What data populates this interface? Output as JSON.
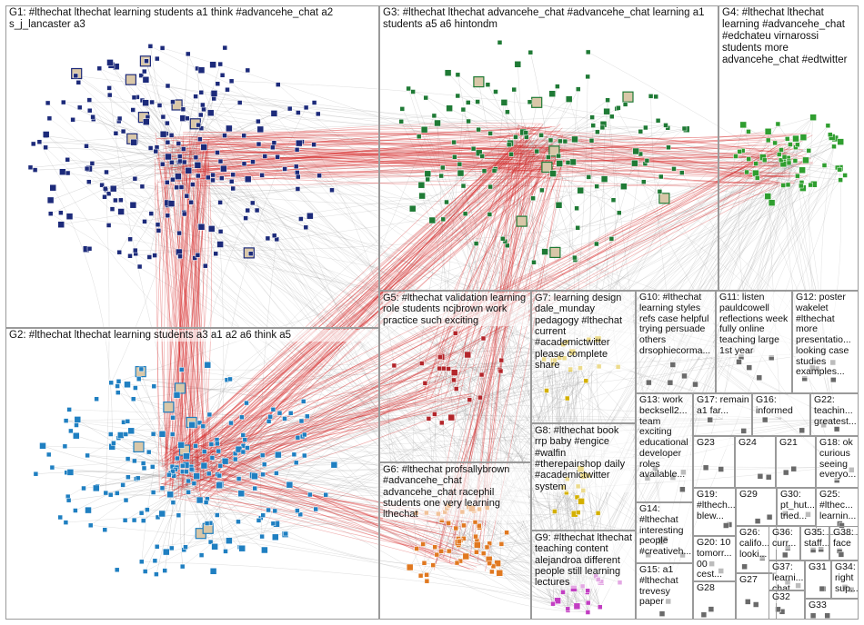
{
  "colors": {
    "background": "#ffffff",
    "edge_gray": "#8a8a8a",
    "edge_red": "#d42020",
    "box_border": "#9a9a9a",
    "g1_node": "#1c2a7a",
    "g2_node": "#1f7fc1",
    "g3_node": "#1f7a35",
    "g4_node": "#2f9e2f",
    "g5_node": "#b3262b",
    "g6_node": "#e07820",
    "g7_node": "#d4b000",
    "g9_node": "#c23ec2",
    "small_node": "#6a6a6a"
  },
  "groups": [
    {
      "id": "g1",
      "label": "G1: #lthechat lthechat learning students a1 think #advancehe_chat a2 s_j_lancaster a3"
    },
    {
      "id": "g2",
      "label": "G2: #lthechat lthechat learning students a3 a1 a2 a6 think a5"
    },
    {
      "id": "g3",
      "label": "G3: #lthechat lthechat advancehe_chat #advancehe_chat learning a1 students a5 a6 hintondm"
    },
    {
      "id": "g4",
      "label": "G4: #lthechat lthechat learning #advancehe_chat #edchateu virnarossi students more advancehe_chat #edtwitter"
    },
    {
      "id": "g5",
      "label": "G5: #lthechat validation learning role students ncjbrown work practice such exciting"
    },
    {
      "id": "g6",
      "label": "G6: #lthechat profsallybrown #advancehe_chat advancehe_chat racephil students one very learning lthechat"
    },
    {
      "id": "g7",
      "label": "G7: learning design dale_munday pedagogy #lthechat current #academictwitter please complete share"
    },
    {
      "id": "g8",
      "label": "G8: #lthechat book rrp baby #engice #walfin #therepairshop daily #academictwitter system"
    },
    {
      "id": "g9",
      "label": "G9: #lthechat lthechat teaching content alejandroa different people still learning lectures"
    },
    {
      "id": "g10",
      "label": "G10: #lthechat learning styles refs case helpful trying persuade others drsophiecorma..."
    },
    {
      "id": "g11",
      "label": "G11: listen pauldcowell reflections week fully online teaching large 1st year"
    },
    {
      "id": "g12",
      "label": "G12: poster wakelet #lthechat more presentatio... looking case studies examples..."
    },
    {
      "id": "g13",
      "label": "G13: work becksell2... team exciting educational developer roles available..."
    },
    {
      "id": "g14",
      "label": "G14: #lthechat interesting people #creativeh..."
    },
    {
      "id": "g15",
      "label": "G15: a1 #lthechat trevesy paper"
    },
    {
      "id": "g16",
      "label": "G16: informed"
    },
    {
      "id": "g17",
      "label": "G17: remain a1 far..."
    },
    {
      "id": "g18",
      "label": "G18: ok curious seeing everyo..."
    },
    {
      "id": "g19",
      "label": "G19: #lthech... blew..."
    },
    {
      "id": "g20",
      "label": "G20: 10 tomorr... 00 cest..."
    },
    {
      "id": "g21",
      "label": "G21"
    },
    {
      "id": "g22",
      "label": "G22: teachin... greatest..."
    },
    {
      "id": "g23",
      "label": "G23"
    },
    {
      "id": "g24",
      "label": "G24"
    },
    {
      "id": "g25",
      "label": "G25: #lthec... learnin..."
    },
    {
      "id": "g26",
      "label": "G26: califo... looki..."
    },
    {
      "id": "g27",
      "label": "G27"
    },
    {
      "id": "g28",
      "label": "G28"
    },
    {
      "id": "g29",
      "label": "G29"
    },
    {
      "id": "g30",
      "label": "G30: pt_hut... tried..."
    },
    {
      "id": "g31",
      "label": "G31"
    },
    {
      "id": "g32",
      "label": "G32"
    },
    {
      "id": "g33",
      "label": "G33"
    },
    {
      "id": "g34",
      "label": "G34: right sup..."
    },
    {
      "id": "g35",
      "label": "G35: staff..."
    },
    {
      "id": "g36",
      "label": "G36: curr..."
    },
    {
      "id": "g37",
      "label": "G37: learni... chat"
    },
    {
      "id": "g38",
      "label": "G38: face"
    }
  ]
}
